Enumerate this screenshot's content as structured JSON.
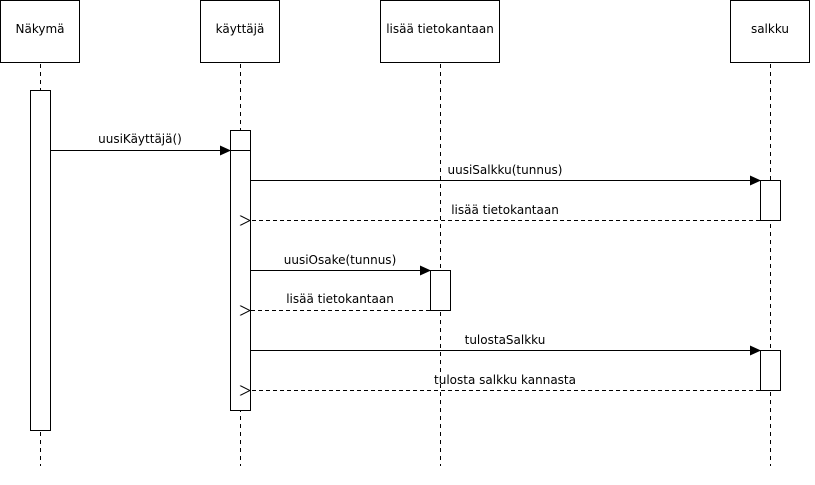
{
  "participants": [
    {
      "id": "nakyma",
      "label": "Näkymä"
    },
    {
      "id": "kayttaja",
      "label": "käyttäjä"
    },
    {
      "id": "lisaa",
      "label": "lisää tietokantaan"
    },
    {
      "id": "salkku",
      "label": "salkku"
    }
  ],
  "messages": [
    {
      "from": "nakyma",
      "to": "kayttaja",
      "label": "uusiKäyttäjä()",
      "kind": "call"
    },
    {
      "from": "kayttaja",
      "to": "salkku",
      "label": "uusiSalkku(tunnus)",
      "kind": "call"
    },
    {
      "from": "salkku",
      "to": "kayttaja",
      "label": "lisää tietokantaan",
      "kind": "return"
    },
    {
      "from": "kayttaja",
      "to": "lisaa",
      "label": "uusiOsake(tunnus)",
      "kind": "call"
    },
    {
      "from": "lisaa",
      "to": "kayttaja",
      "label": "lisää tietokantaan",
      "kind": "return"
    },
    {
      "from": "kayttaja",
      "to": "salkku",
      "label": "tulostaSalkku",
      "kind": "call"
    },
    {
      "from": "salkku",
      "to": "kayttaja",
      "label": "tulosta salkku kannasta",
      "kind": "return"
    }
  ],
  "colors": {
    "line": "#000000",
    "box_fill": "#ffffff"
  }
}
